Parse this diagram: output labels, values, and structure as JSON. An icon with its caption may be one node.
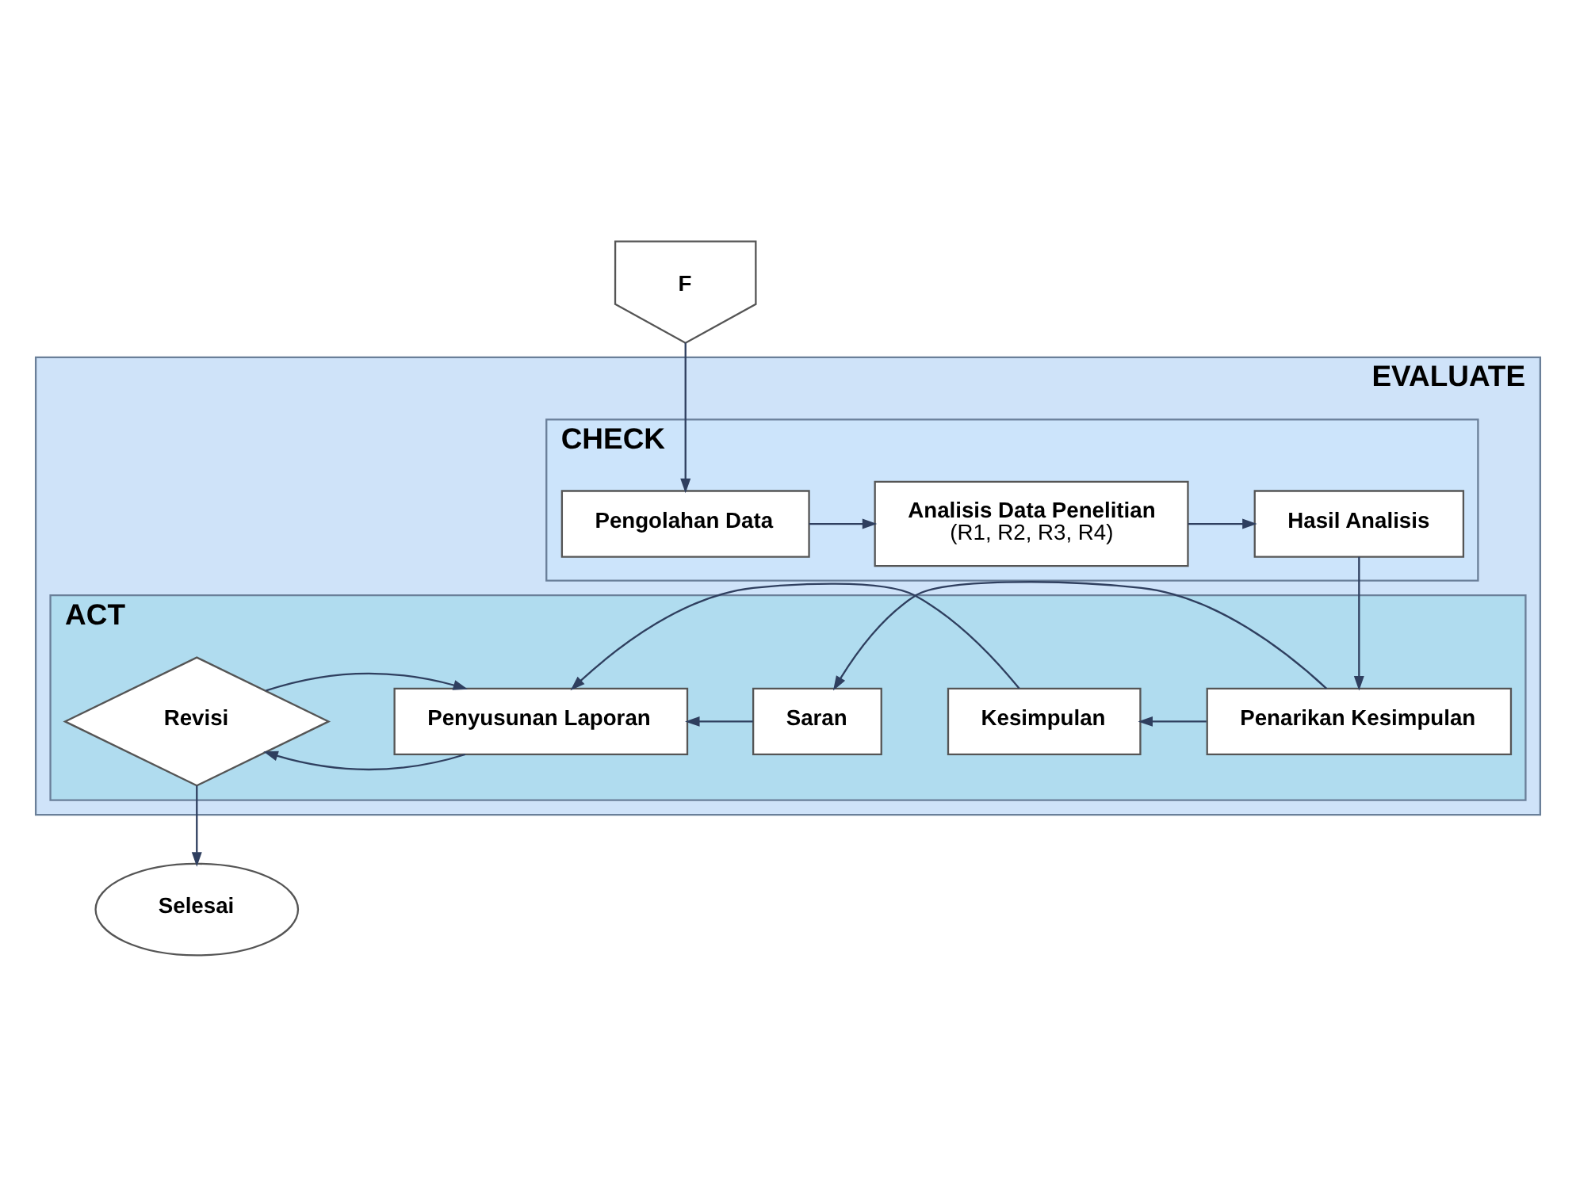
{
  "diagram": {
    "nodes": [
      {
        "text": [
          "EVALUATE"
        ]
      },
      {
        "text": [
          "CHECK"
        ],
        "in": 0
      },
      {
        "text": [
          "ACT"
        ],
        "in": 0
      },
      {
        "text": [
          "F"
        ]
      },
      {
        "text": [
          "Pengolahan Data"
        ],
        "in": 1
      },
      {
        "text": [
          "Analisis Data Penelitian",
          "(R1, R2, R3, R4)"
        ],
        "in": 1
      },
      {
        "text": [
          "Hasil Analisis"
        ],
        "in": 1
      },
      {
        "text": [
          "Penarikan Kesimpulan"
        ],
        "in": 2
      },
      {
        "text": [
          "Kesimpulan"
        ],
        "in": 2
      },
      {
        "text": [
          "Saran"
        ],
        "in": 2
      },
      {
        "text": [
          "Penyusunan Laporan"
        ],
        "in": 2
      },
      {
        "text": [
          "Revisi"
        ],
        "in": 2
      },
      {
        "text": [
          "Selesai"
        ]
      }
    ],
    "edges": [
      {
        "from": 3,
        "to": 4,
        "arrow": "to"
      },
      {
        "from": 4,
        "to": 5,
        "arrow": "to"
      },
      {
        "from": 5,
        "to": 6,
        "arrow": "to"
      },
      {
        "from": 6,
        "to": 7,
        "arrow": "to"
      },
      {
        "from": 7,
        "to": 8,
        "arrow": "to"
      },
      {
        "from": 7,
        "to": 9,
        "arrow": "to"
      },
      {
        "from": 8,
        "to": 10,
        "arrow": "to"
      },
      {
        "from": 9,
        "to": 10,
        "arrow": "to"
      },
      {
        "from": 10,
        "to": 11,
        "arrow": "to"
      },
      {
        "from": 11,
        "to": 10,
        "arrow": "to"
      },
      {
        "from": 11,
        "to": 12,
        "arrow": "to"
      }
    ]
  }
}
